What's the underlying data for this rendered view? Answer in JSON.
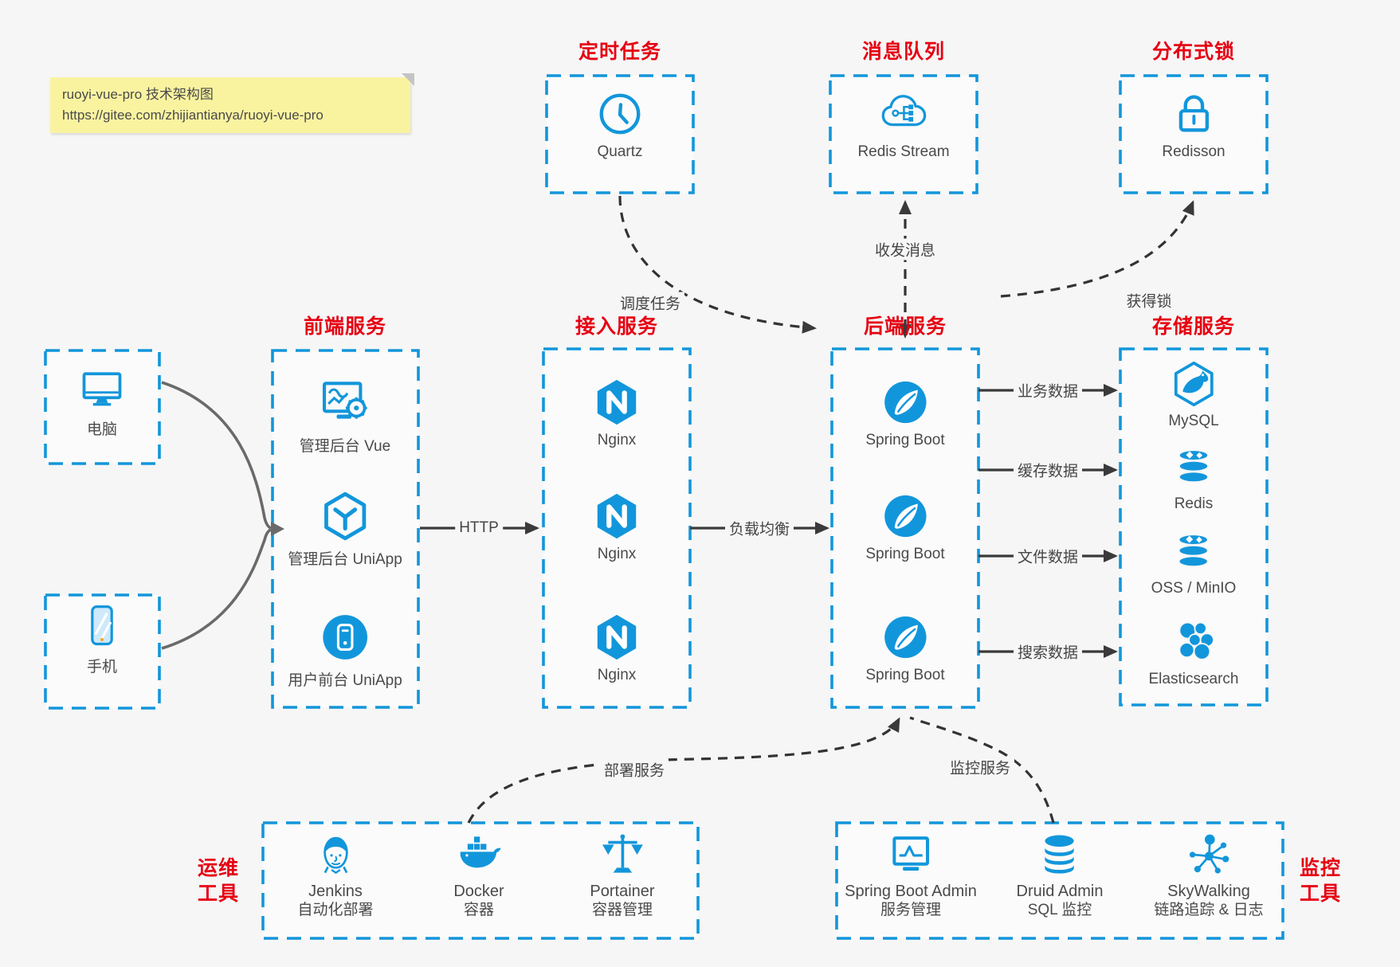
{
  "note": {
    "line1": "ruoyi-vue-pro 技术架构图",
    "line2": "https://gitee.com/zhijiantianya/ruoyi-vue-pro"
  },
  "colors": {
    "accent_blue": "#1296db",
    "title_red": "#e60012",
    "note_bg": "#f9f3a0",
    "arrow_dark": "#3a3a3a",
    "canvas_bg": "#f6f6f6"
  },
  "groups": {
    "scheduler": {
      "title": "定时任务",
      "items": [
        {
          "label": "Quartz",
          "icon": "clock-icon"
        }
      ]
    },
    "mq": {
      "title": "消息队列",
      "items": [
        {
          "label": "Redis Stream",
          "icon": "cloud-network-icon"
        }
      ]
    },
    "dlock": {
      "title": "分布式锁",
      "items": [
        {
          "label": "Redisson",
          "icon": "lock-icon"
        }
      ]
    },
    "devices": {
      "items": [
        {
          "label": "电脑",
          "icon": "monitor-icon"
        },
        {
          "label": "手机",
          "icon": "smartphone-icon"
        }
      ]
    },
    "frontend": {
      "title": "前端服务",
      "items": [
        {
          "label": "管理后台 Vue",
          "icon": "admin-vue-icon"
        },
        {
          "label": "管理后台 UniApp",
          "icon": "uniapp-cube-icon"
        },
        {
          "label": "用户前台 UniApp",
          "icon": "user-app-icon"
        }
      ]
    },
    "access": {
      "title": "接入服务",
      "items": [
        {
          "label": "Nginx",
          "icon": "nginx-icon"
        },
        {
          "label": "Nginx",
          "icon": "nginx-icon"
        },
        {
          "label": "Nginx",
          "icon": "nginx-icon"
        }
      ]
    },
    "backend": {
      "title": "后端服务",
      "items": [
        {
          "label": "Spring Boot",
          "icon": "spring-boot-icon"
        },
        {
          "label": "Spring Boot",
          "icon": "spring-boot-icon"
        },
        {
          "label": "Spring Boot",
          "icon": "spring-boot-icon"
        }
      ]
    },
    "storage": {
      "title": "存储服务",
      "items": [
        {
          "label": "MySQL",
          "icon": "mysql-icon"
        },
        {
          "label": "Redis",
          "icon": "redis-stack-icon"
        },
        {
          "label": "OSS / MinIO",
          "icon": "oss-stack-icon"
        },
        {
          "label": "Elasticsearch",
          "icon": "elasticsearch-icon"
        }
      ]
    },
    "ops": {
      "title_line1": "运维",
      "title_line2": "工具",
      "items": [
        {
          "name": "Jenkins",
          "desc": "自动化部署",
          "icon": "jenkins-icon"
        },
        {
          "name": "Docker",
          "desc": "容器",
          "icon": "docker-icon"
        },
        {
          "name": "Portainer",
          "desc": "容器管理",
          "icon": "portainer-icon"
        }
      ]
    },
    "monitor": {
      "title_line1": "监控",
      "title_line2": "工具",
      "items": [
        {
          "name": "Spring Boot Admin",
          "desc": "服务管理",
          "icon": "admin-monitor-icon"
        },
        {
          "name": "Druid Admin",
          "desc": "SQL 监控",
          "icon": "database-icon"
        },
        {
          "name": "SkyWalking",
          "desc": "链路追踪 & 日志",
          "icon": "skywalking-icon"
        }
      ]
    }
  },
  "edges": {
    "http": "HTTP",
    "lb": "负载均衡",
    "biz": "业务数据",
    "cache": "缓存数据",
    "file": "文件数据",
    "search": "搜索数据",
    "schedule": "调度任务",
    "message": "收发消息",
    "acquire_lock": "获得锁",
    "deploy": "部署服务",
    "monitor_svc": "监控服务"
  }
}
